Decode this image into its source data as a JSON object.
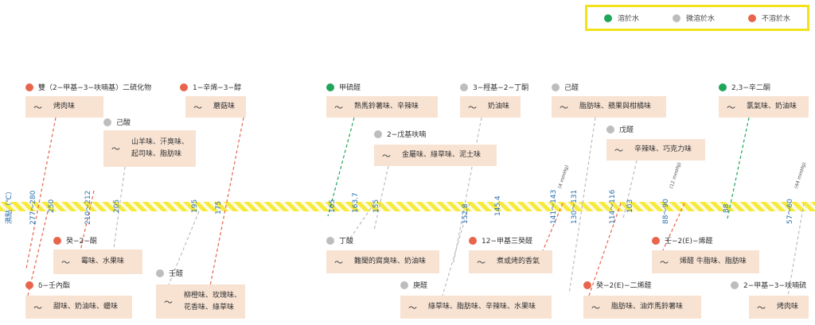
{
  "legend": [
    {
      "label": "溶於水",
      "color": "#1fa65b"
    },
    {
      "label": "微溶於水",
      "color": "#bdbdbd"
    },
    {
      "label": "不溶於水",
      "color": "#e8654c"
    }
  ],
  "axis_label": "沸點（℃）",
  "compounds": [
    {
      "name": "雙（2−甲基−3−呋喃基）二硫化物",
      "desc": "烤肉味",
      "sol": "r",
      "temp": "277～280",
      "press": ""
    },
    {
      "name": "1−辛烯−3−醇",
      "desc": "蘑菇味",
      "sol": "r",
      "temp": "175",
      "press": ""
    },
    {
      "name": "己酸",
      "desc": "山羊味、汗臭味、\n起司味、脂肪味",
      "sol": "s",
      "temp": "205",
      "press": ""
    },
    {
      "name": "甲硫醛",
      "desc": "熟馬鈴薯味、辛辣味",
      "sol": "g",
      "temp": "165",
      "press": ""
    },
    {
      "name": "2−戊基呋喃",
      "desc": "金屬味、綠草味、泥土味",
      "sol": "s",
      "temp": "155",
      "press": ""
    },
    {
      "name": "3−羥基−2−丁酮",
      "desc": "奶油味",
      "sol": "s",
      "temp": "145.4",
      "press": ""
    },
    {
      "name": "己醛",
      "desc": "脂肪味、蘋果與柑橘味",
      "sol": "s",
      "temp": "130～131",
      "press": ""
    },
    {
      "name": "戊醛",
      "desc": "辛辣味、巧克力味",
      "sol": "s",
      "temp": "103",
      "press": ""
    },
    {
      "name": "2,3−辛二酮",
      "desc": "氯氣味、奶油味",
      "sol": "g",
      "temp": "88",
      "press": ""
    },
    {
      "name": "癸−2−酮",
      "desc": "霉味、水果味",
      "sol": "r",
      "temp": "210～212",
      "press": ""
    },
    {
      "name": "δ−壬內酯",
      "desc": "甜味、奶油味、蠟味",
      "sol": "r",
      "temp": "250",
      "press": ""
    },
    {
      "name": "壬醛",
      "desc": "柳橙味、玫瑰味、\n花香味、綠草味",
      "sol": "s",
      "temp": "195",
      "press": ""
    },
    {
      "name": "丁酸",
      "desc": "難聞的腐臭味、奶油味",
      "sol": "s",
      "temp": "163.7",
      "press": ""
    },
    {
      "name": "庚醛",
      "desc": "綠草味、脂肪味、辛辣味、水果味",
      "sol": "s",
      "temp": "152.8",
      "press": ""
    },
    {
      "name": "12−甲基三癸醛",
      "desc": "煮或烤的香氣",
      "sol": "r",
      "temp": "141～143",
      "press": "(4 mmHg)"
    },
    {
      "name": "癸−2(E)−二烯醛",
      "desc": "脂肪味、油炸馬鈴薯味",
      "sol": "r",
      "temp": "114～116",
      "press": ""
    },
    {
      "name": "壬−2(E)−烯醛",
      "desc": "烯醛 牛脂味、脂肪味",
      "sol": "r",
      "temp": "88～90",
      "press": "(12 mmHg)"
    },
    {
      "name": "2−甲基−3−呋喃硫",
      "desc": "烤肉味",
      "sol": "s",
      "temp": "57～60",
      "press": "(44 mmHg)"
    }
  ]
}
